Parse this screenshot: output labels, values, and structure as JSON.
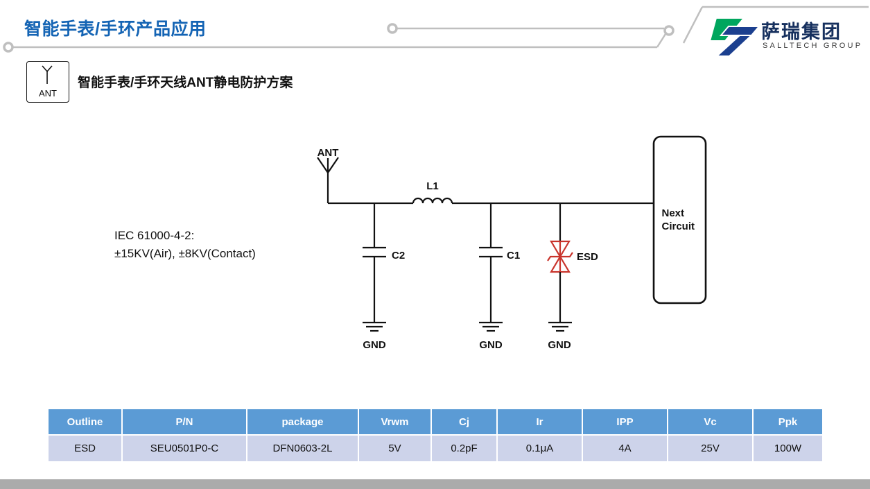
{
  "header": {
    "title": "智能手表/手环产品应用",
    "logo_name": "萨瑞集团",
    "logo_subtitle": "SALLTECH GROUP"
  },
  "section": {
    "icon_label": "ANT",
    "title": "智能手表/手环天线ANT静电防护方案"
  },
  "diagram": {
    "ant_label": "ANT",
    "inductor_label": "L1",
    "cap2_label": "C2",
    "cap1_label": "C1",
    "esd_label": "ESD",
    "next_circuit_label": "Next Circuit",
    "gnd1_label": "GND",
    "gnd2_label": "GND",
    "gnd3_label": "GND",
    "iec_line1": "IEC 61000-4-2:",
    "iec_line2": "±15KV(Air), ±8KV(Contact)"
  },
  "table": {
    "headers": [
      "Outline",
      "P/N",
      "package",
      "Vrwm",
      "Cj",
      "Ir",
      "IPP",
      "Vc",
      "Ppk"
    ],
    "rows": [
      [
        "ESD",
        "SEU0501P0-C",
        "DFN0603-2L",
        "5V",
        "0.2pF",
        "0.1μA",
        "4A",
        "25V",
        "100W"
      ]
    ]
  },
  "colors": {
    "accent_blue": "#1464B4",
    "table_header_bg": "#5B9BD5",
    "table_row_bg": "#CDD3EA",
    "esd_red": "#C9342C",
    "logo_green": "#00A65E",
    "logo_blue": "#1B3F8F",
    "decor_gray": "#BFBFBF"
  }
}
